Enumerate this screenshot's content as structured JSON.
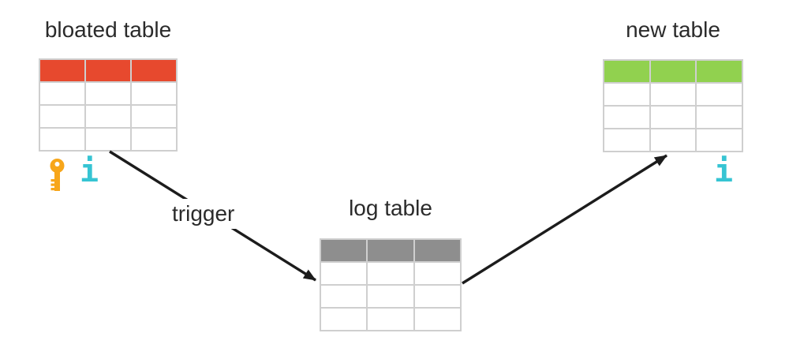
{
  "diagram": {
    "background_color": "#ffffff",
    "text_color": "#2b2b2b",
    "table_border_color": "#cfcfcf",
    "arrow_color": "#1c1c1c",
    "tables": [
      {
        "id": "bloated",
        "title": "bloated table",
        "header_color": "#e7492e",
        "columns": 3,
        "rows": 4,
        "icons": [
          "primary-key",
          "index"
        ]
      },
      {
        "id": "log",
        "title": "log table",
        "header_color": "#8e8e8e",
        "columns": 3,
        "rows": 4,
        "icons": []
      },
      {
        "id": "new",
        "title": "new table",
        "header_color": "#91d14f",
        "columns": 3,
        "rows": 4,
        "icons": [
          "index"
        ]
      }
    ],
    "icons": {
      "key_color": "#f7a61a",
      "info_color": "#36c4d3",
      "info_glyph": "i"
    },
    "arrows": [
      {
        "from": "bloated table",
        "to": "log table",
        "label": "trigger"
      },
      {
        "from": "log table",
        "to": "new table",
        "label": ""
      }
    ]
  }
}
